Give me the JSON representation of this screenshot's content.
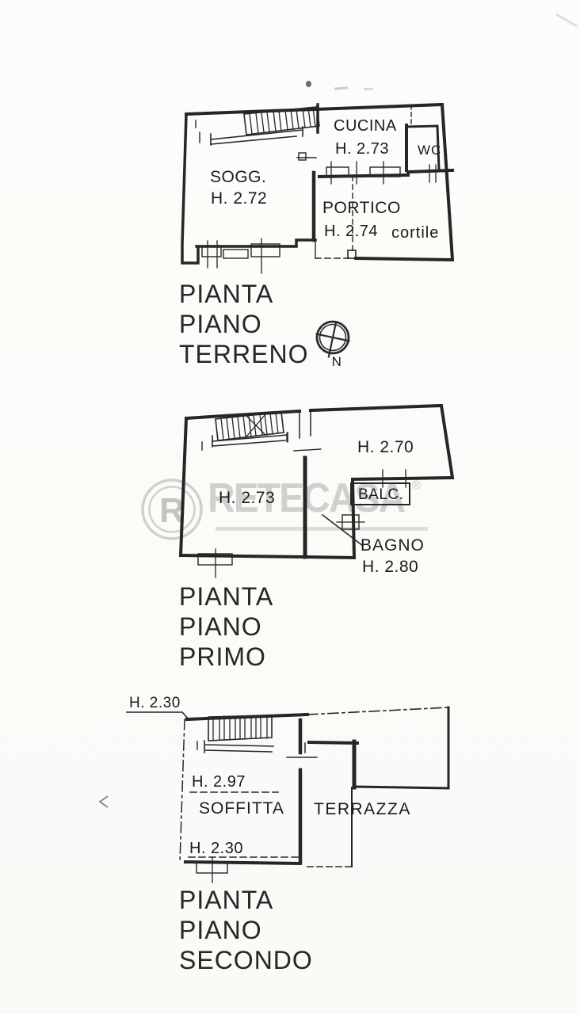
{
  "document_type": "scanned-floor-plan",
  "colors": {
    "ink": "#262626",
    "paper": "#fcfcfa",
    "watermark": "#a9a9a9"
  },
  "terreno": {
    "title": [
      "PIANTA",
      "PIANO",
      "TERRENO"
    ],
    "compass_north": "N",
    "rooms": {
      "soggiorno": {
        "label": "SOGG.",
        "height": "H. 2.72"
      },
      "cucina": {
        "label": "CUCINA",
        "height": "H. 2.73"
      },
      "wc": {
        "label": "WC"
      },
      "portico": {
        "label": "PORTICO",
        "height": "H. 2.74"
      },
      "cortile": {
        "label": "cortile"
      }
    }
  },
  "primo": {
    "title": [
      "PIANTA",
      "PIANO",
      "PRIMO"
    ],
    "rooms": {
      "room_left": {
        "height": "H. 2.73"
      },
      "room_right": {
        "height": "H. 2.70"
      },
      "balcone": {
        "label": "BALC."
      },
      "bagno": {
        "label": "BAGNO",
        "height": "H. 2.80"
      }
    }
  },
  "secondo": {
    "title": [
      "PIANTA",
      "PIANO",
      "SECONDO"
    ],
    "annotations": {
      "height_top_left": "H. 2.30",
      "height_mid": "H. 2.97",
      "height_bottom": "H. 2.30"
    },
    "rooms": {
      "soffitta": {
        "label": "SOFFITTA"
      },
      "terrazza": {
        "label": "TERRAZZA"
      }
    }
  },
  "watermark": {
    "text": "RETECASA",
    "registered": "®",
    "logo_letter": "R"
  }
}
